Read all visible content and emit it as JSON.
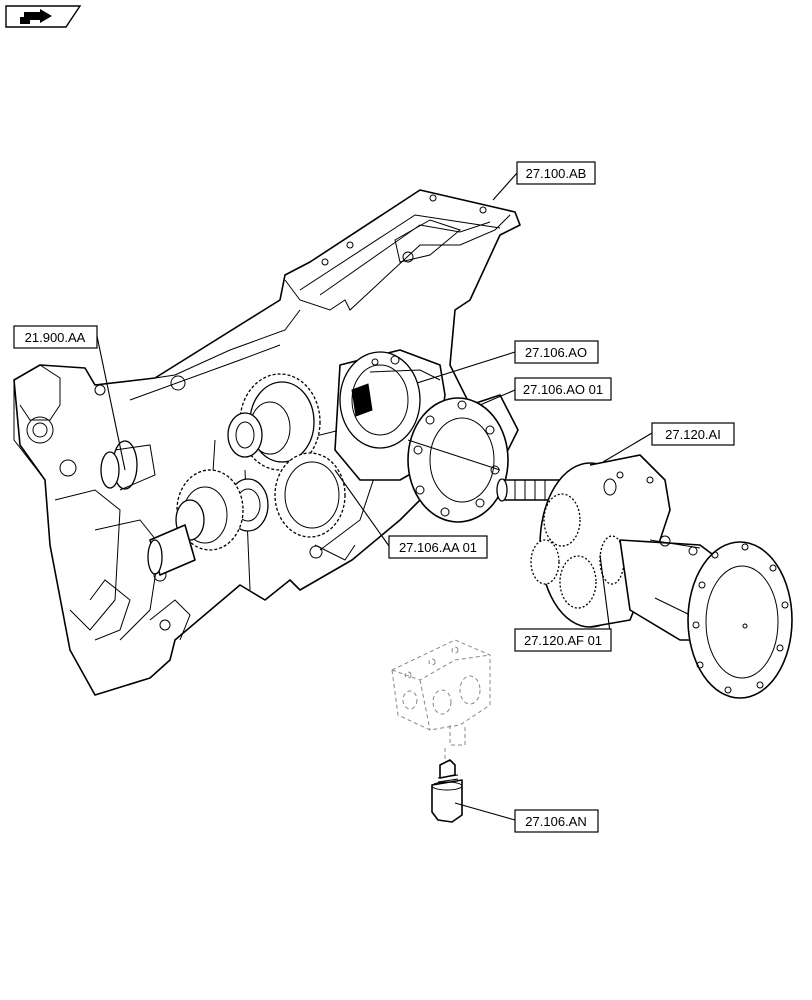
{
  "nav_icon": {
    "name": "arrow-right-icon"
  },
  "callouts": [
    {
      "id": "c1",
      "label": "27.100.AB"
    },
    {
      "id": "c2",
      "label": "21.900.AA"
    },
    {
      "id": "c3",
      "label": "27.106.AO"
    },
    {
      "id": "c4",
      "label": "27.106.AO 01"
    },
    {
      "id": "c5",
      "label": "27.120.AI"
    },
    {
      "id": "c6",
      "label": "27.106.AA 01"
    },
    {
      "id": "c7",
      "label": "27.120.AF 01"
    },
    {
      "id": "c8",
      "label": "27.106.AN"
    }
  ]
}
